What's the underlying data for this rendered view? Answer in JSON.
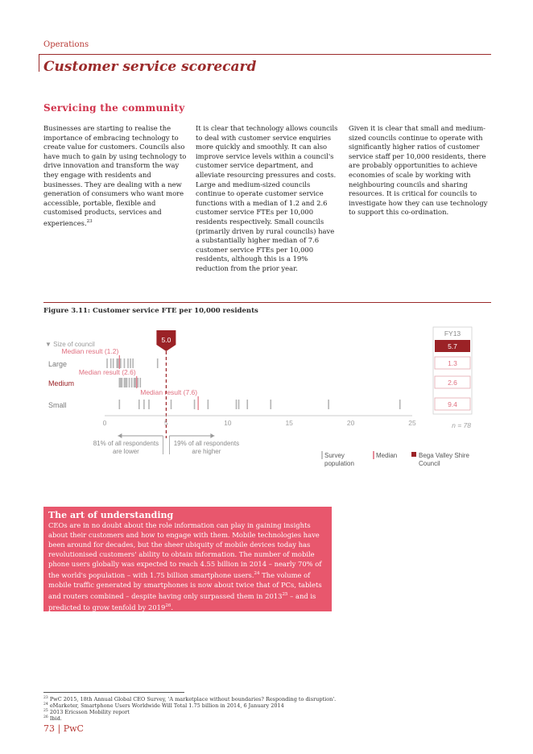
{
  "header": {
    "section": "Operations",
    "title": "Customer service scorecard"
  },
  "subheading": "Servicing the community",
  "columns": [
    "Businesses are starting to realise the importance of embracing technology to create value for customers. Councils also have much to gain by using technology to drive innovation and transform the way they engage with residents and businesses. They are dealing with a new generation of consumers who want more accessible, portable, flexible and customised products, services and experiences.",
    "It is clear that technology allows councils to deal with customer service enquiries more quickly and smoothly. It can also improve service levels within a council's customer service department, and alleviate resourcing pressures and costs. Large and medium-sized councils continue to operate customer service functions with a median of 1.2 and 2.6 customer service FTEs per 10,000 residents respectively. Small councils (primarily driven by rural councils) have a substantially higher median of 7.6 customer service FTEs per 10,000 residents, although this is a 19% reduction from the prior year.",
    "Given it is clear that small and medium-sized councils continue to operate with significantly higher ratios of customer service staff per 10,000 residents, there are probably opportunities to achieve economies of scale by working with neighbouring councils and sharing resources. It is critical for councils to investigate how they can use technology to support this co-ordination."
  ],
  "col1_footref": "23",
  "figure_caption": "Figure 3.11: Customer service FTE per 10,000 residents",
  "chart_data": {
    "type": "scatter",
    "title": "Figure 3.11: Customer service FTE per 10,000 residents",
    "xlim": [
      0,
      25
    ],
    "x_ticks": [
      "0",
      "5",
      "10",
      "15",
      "20",
      "25"
    ],
    "size_label": "▼ Size of council",
    "threshold": 5.0,
    "threshold_label": "5.0",
    "left_note": "81% of all respondents are lower",
    "right_note": "19% of all respondents are higher",
    "n_label": "n = 78",
    "fy_label": "FY13",
    "groups": [
      {
        "name": "Large",
        "median": 1.2,
        "median_label": "Median result (1.2)",
        "bega": 1.3,
        "bega_label": "1.3",
        "highlight": false,
        "points": [
          0.2,
          0.5,
          0.7,
          1.0,
          1.1,
          1.3,
          1.6,
          1.9,
          2.1,
          2.3,
          4.3
        ]
      },
      {
        "name": "Medium",
        "median": 2.6,
        "median_label": "Median result (2.6)",
        "bega": 2.6,
        "bega_label": "2.6",
        "highlight": true,
        "points": [
          1.2,
          1.3,
          1.4,
          1.6,
          1.7,
          1.8,
          2.0,
          2.2,
          2.4,
          2.5,
          2.7,
          2.9
        ]
      },
      {
        "name": "Small",
        "median": 7.6,
        "median_label": "Median result (7.6)",
        "bega": 9.4,
        "bega_label": "9.4",
        "highlight": false,
        "points": [
          1.2,
          2.8,
          3.2,
          3.6,
          5.4,
          7.3,
          8.4,
          10.7,
          10.9,
          11.6,
          13.5,
          18.2,
          24.0
        ]
      }
    ],
    "top_value_label": "5.7",
    "legend": [
      "Survey population",
      "Median",
      "Bega Valley Shire Council"
    ],
    "colors": {
      "survey": "#b5b5b5",
      "median": "#e07080",
      "bega": "#9b2226",
      "axis": "#bdbdbd"
    }
  },
  "callout": {
    "title": "The art of understanding",
    "p1": "CEOs are in no doubt about the role information can play in gaining insights about their customers and how to engage with them. Mobile technologies have been around for decades, but the sheer ubiquity of mobile devices today has revolutionised customers' ability to obtain information. The number of mobile phone users globally was expected to reach 4.55 billion in 2014 – nearly 70% of the world's population – with 1.75 billion smartphone users.",
    "ref1": "24",
    "p2": "The volume of mobile traffic generated by smartphones is now about twice that of PCs, tablets and routers combined – despite having only surpassed them in 2013",
    "ref2": "25",
    "p3": " – and is predicted to grow tenfold by 2019",
    "ref3": "26",
    "p4": "."
  },
  "footnotes": [
    {
      "num": "23",
      "text": "PwC 2015, 18th Annual Global CEO Survey, 'A marketplace without boundaries? Responding to disruption'."
    },
    {
      "num": "24",
      "text": "eMarketer, Smartphone Users Worldwide Will Total 1.75 billion in 2014, 6 January 2014"
    },
    {
      "num": "25",
      "text": "2013 Ericsson Mobility report"
    },
    {
      "num": "26",
      "text": "Ibid."
    }
  ],
  "footer": {
    "page": "73",
    "sep": "|",
    "brand": "PwC"
  }
}
